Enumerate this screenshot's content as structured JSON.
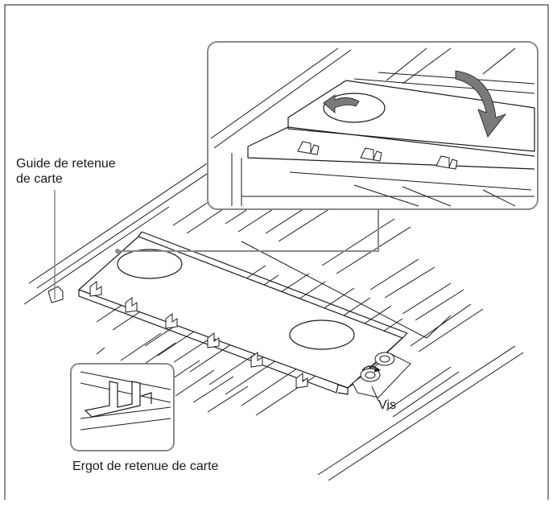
{
  "labels": {
    "guide_line1": "Guide de retenue",
    "guide_line2": "de carte",
    "screw": "Vis",
    "tab": "Ergot de retenue de carte"
  },
  "colors": {
    "ink": "#1a1a1a",
    "callout_border": "#8a8a8a",
    "arrow_fill": "#7a7a7a",
    "background": "#ffffff"
  },
  "icons": {
    "rotate_arrow": "curved-arrow-icon",
    "turn_arrow": "turn-arrow-icon",
    "screw": "screw-icon"
  }
}
